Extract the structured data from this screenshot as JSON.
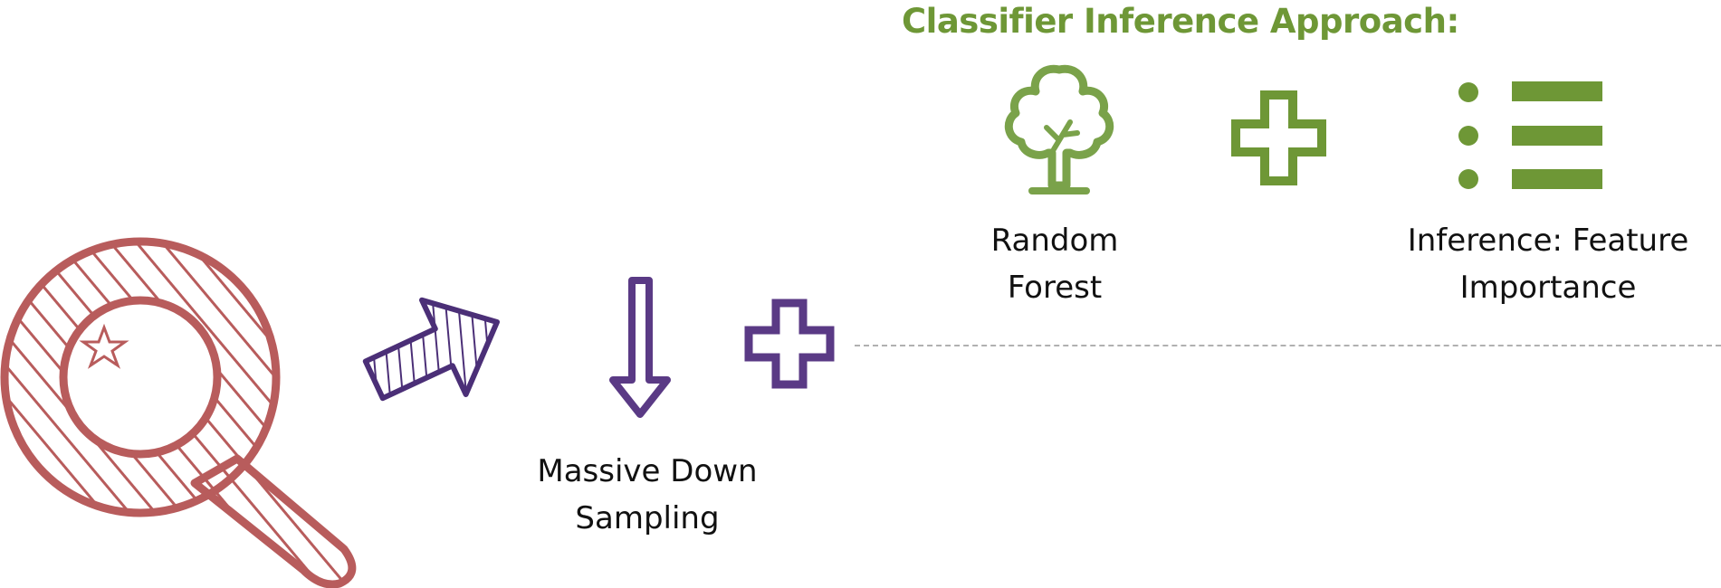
{
  "heading": "Classifier Inference Approach:",
  "steps": {
    "sampling": {
      "line1": "Massive Down",
      "line2": "Sampling"
    },
    "forest": {
      "line1": "Random",
      "line2": "Forest"
    },
    "feature": {
      "line1": "Inference: Feature",
      "line2": "Importance"
    }
  },
  "icons": {
    "magnifier": "magnifying-glass-icon",
    "arrow": "hatched-arrow-icon",
    "down_arrow": "down-arrow-icon",
    "plus_purple": "plus-icon",
    "tree": "tree-icon",
    "plus_green": "plus-icon",
    "list": "list-icon"
  },
  "colors": {
    "green": "#6e9736",
    "purple": "#5a3a85",
    "red": "#b85c5c",
    "text": "#111111",
    "dash": "#b0b0b0"
  }
}
